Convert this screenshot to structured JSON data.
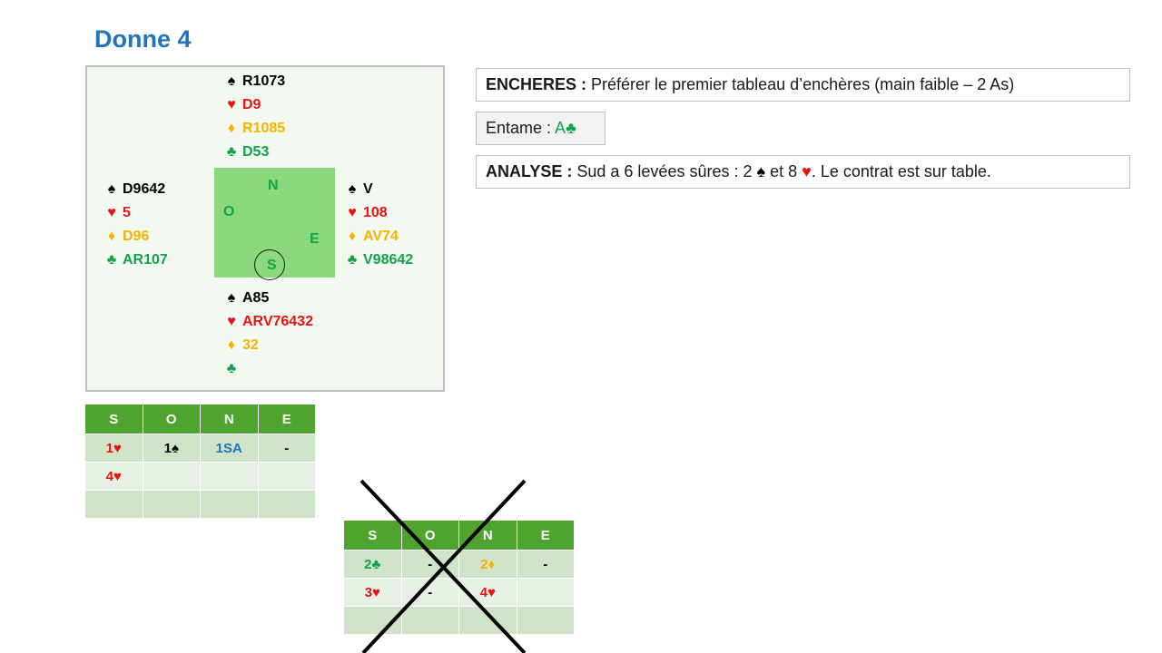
{
  "title": "Donne 4",
  "suits": {
    "spade": "♠",
    "heart": "♥",
    "diamond": "♦",
    "club": "♣"
  },
  "colors": {
    "spade": "#000000",
    "heart": "#e8140f",
    "diamond": "#f5b400",
    "club": "#13a34a",
    "nt": "#1f74bd",
    "header": "#4fa32f",
    "compass": "#8bd97c",
    "title": "#1f74bd"
  },
  "hands": {
    "north": {
      "spades": "R1073",
      "hearts": "D9",
      "diamonds": "R1085",
      "clubs": "D53"
    },
    "west": {
      "spades": "D9642",
      "hearts": "5",
      "diamonds": "D96",
      "clubs": "AR107"
    },
    "east": {
      "spades": "V",
      "hearts": "108",
      "diamonds": "AV74",
      "clubs": "V98642"
    },
    "south": {
      "spades": "A85",
      "hearts": "ARV76432",
      "diamonds": "32",
      "clubs": ""
    }
  },
  "compass": {
    "n": "N",
    "o": "O",
    "e": "E",
    "s": "S"
  },
  "notes": {
    "encheres_label": "ENCHERES :",
    "encheres_text": "Préférer le premier tableau d’enchères (main faible – 2 As)",
    "entame_label": "Entame : ",
    "entame_value": "A",
    "analyse_label": "ANALYSE :",
    "analyse_text_1": "Sud a 6 levées sûres : 2",
    "analyse_text_2": "et 8",
    "analyse_text_3": ". Le contrat est sur table."
  },
  "bidding_table_1": {
    "headers": [
      "S",
      "O",
      "N",
      "E"
    ],
    "rows": [
      [
        {
          "level": "1",
          "suit": "heart"
        },
        {
          "level": "1",
          "suit": "spade"
        },
        {
          "level": "1SA",
          "suit": "nt"
        },
        {
          "level": "-",
          "suit": "pass"
        }
      ],
      [
        {
          "level": "4",
          "suit": "heart"
        },
        {
          "level": "",
          "suit": ""
        },
        {
          "level": "",
          "suit": ""
        },
        {
          "level": "",
          "suit": ""
        }
      ],
      [
        {
          "level": "",
          "suit": ""
        },
        {
          "level": "",
          "suit": ""
        },
        {
          "level": "",
          "suit": ""
        },
        {
          "level": "",
          "suit": ""
        }
      ]
    ]
  },
  "bidding_table_2": {
    "headers": [
      "S",
      "O",
      "N",
      "E"
    ],
    "crossed_out": true,
    "rows": [
      [
        {
          "level": "2",
          "suit": "club"
        },
        {
          "level": "-",
          "suit": "pass"
        },
        {
          "level": "2",
          "suit": "diamond"
        },
        {
          "level": "-",
          "suit": "pass"
        }
      ],
      [
        {
          "level": "3",
          "suit": "heart"
        },
        {
          "level": "-",
          "suit": "pass"
        },
        {
          "level": "4",
          "suit": "heart"
        },
        {
          "level": "",
          "suit": ""
        }
      ],
      [
        {
          "level": "",
          "suit": ""
        },
        {
          "level": "",
          "suit": ""
        },
        {
          "level": "",
          "suit": ""
        },
        {
          "level": "",
          "suit": ""
        }
      ]
    ]
  }
}
